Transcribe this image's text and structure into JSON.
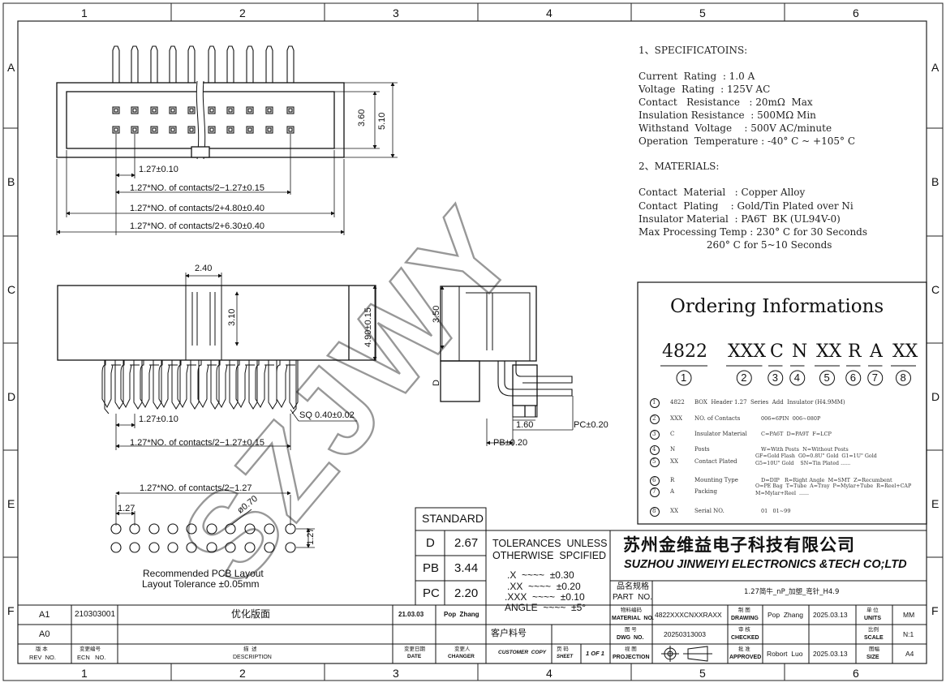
{
  "border": {
    "columns": [
      "1",
      "2",
      "3",
      "4",
      "5",
      "6"
    ],
    "rows": [
      "A",
      "B",
      "C",
      "D",
      "E",
      "F"
    ]
  },
  "watermark": "SZJWY",
  "front_view": {
    "dim_pitch": "1.27±0.10",
    "dim_row_span": "1.27*NO. of contacts/2−1.27±0.15",
    "dim_body_inner": "1.27*NO. of contacts/2+4.80±0.40",
    "dim_body_outer": "1.27*NO. of contacts/2+6.30±0.40",
    "dim_height_inner": "3.60",
    "dim_height_outer": "5.10"
  },
  "bottom_view": {
    "dim_top": "2.40",
    "dim_pin": "3.10",
    "dim_height": "4.90±0.15",
    "dim_pitch": "1.27±0.10",
    "dim_sq": "SQ 0.40±0.02",
    "dim_span": "1.27*NO. of contacts/2−1.27±0.15"
  },
  "side_view": {
    "dim_height": "3.50",
    "dim_d": "D",
    "dim_length": "1.60",
    "dim_pc": "PC±0.20",
    "dim_pb": "PB±0.20"
  },
  "pcb": {
    "dim_span": "1.27*NO. of contacts/2−1.27",
    "dim_pitch_h": "1.27",
    "dim_hole": "ø0.70",
    "dim_pitch_v": "1.27",
    "title": "Recommended PCB Layout",
    "tolerance": "Layout Tolerance ±0.05mm"
  },
  "specifications": {
    "heading": "1、SPECIFICATOINS:",
    "lines": [
      "Current  Rating  : 1.0 A",
      "Voltage  Rating  : 125V AC",
      "Contact   Resistance   : 20mΩ  Max",
      "Insulation Resistance  : 500MΩ Min",
      "Withstand  Voltage    : 500V AC/minute",
      "Operation  Temperature : -40° C ~ +105° C"
    ]
  },
  "materials": {
    "heading": "2、MATERIALS:",
    "lines": [
      "Contact  Material   : Copper Alloy",
      "Contact  Plating    : Gold/Tin Plated over Ni",
      "Insulator Material  : PA6T  BK (UL94V-0)",
      "Max Processing Temp : 230° C for 30 Seconds",
      "                      260° C for 5~10 Seconds"
    ]
  },
  "ordering": {
    "title": "Ordering Informations",
    "codes": [
      "4822",
      "XXX",
      "C",
      "N",
      "XX",
      "R",
      "A",
      "XX"
    ],
    "numbers": [
      "1",
      "2",
      "3",
      "4",
      "5",
      "6",
      "7",
      "8"
    ],
    "rows": [
      {
        "num": "1",
        "code": "4822",
        "name": "BOX  Header 1.27  Series  Add  Insulator (H4.9MM)",
        "opt1": "",
        "opt2": ""
      },
      {
        "num": "2",
        "code": "XXX",
        "name": "NO. of Contacts",
        "opt1": "006=6PIN  006~080P",
        "opt2": ""
      },
      {
        "num": "3",
        "code": "C",
        "name": "Insulator Material",
        "opt1": "C=PA6T  D=PA9T  F=LCP",
        "opt2": ""
      },
      {
        "num": "4",
        "code": "N",
        "name": "Posts",
        "opt1": "W=With Posts  N=Without Posts",
        "opt2": ""
      },
      {
        "num": "5",
        "code": "XX",
        "name": "Contact Plated",
        "opt1": "GF=Gold Flash  G0=0.8U\" Gold  G1=1U\" Gold",
        "opt2": "G5=10U\" Gold    SN=Tin Plated ......"
      },
      {
        "num": "6",
        "code": "R",
        "name": "Mounting Type",
        "opt1": "D=DIP   R=Right Angle  M=SMT  Z=Recumbent",
        "opt2": ""
      },
      {
        "num": "7",
        "code": "A",
        "name": "Packing",
        "opt1": "O=PE Bag  T=Tube  A=Tray  P=Mylar+Tube  R=Reel+CAP",
        "opt2": "M=Mylar+Reel  ......"
      },
      {
        "num": "8",
        "code": "XX",
        "name": "Serial NO.",
        "opt1": "01   01~99",
        "opt2": ""
      }
    ]
  },
  "standard_table": {
    "header": "STANDARD",
    "rows": [
      {
        "key": "D",
        "val": "2.67"
      },
      {
        "key": "PB",
        "val": "3.44"
      },
      {
        "key": "PC",
        "val": "2.20"
      }
    ]
  },
  "tolerances": {
    "line1": "TOLERANCES  UNLESS",
    "line2": "OTHERWISE  SPCIFIED",
    "rows": [
      ".X  ~~~~  ±0.30",
      ".XX  ~~~~  ±0.20",
      ".XXX  ~~~~  ±0.10",
      "ANGLE  ~~~~  ±5°"
    ]
  },
  "company": {
    "name_cn": "苏州金维益电子科技有限公司",
    "name_en": "SUZHOU JINWEIYI ELECTRONICS &TECH CO;LTD"
  },
  "title_block": {
    "part_no_label_cn": "品名规格",
    "part_no_label": "PART  NO.",
    "part_no_value": "1.27简牛_nP_加塑_弯针_H4.9",
    "material_no_cn": "物料编码",
    "material_no_label": "MATERIAL  NO.",
    "material_no_value": "4822XXXCNXXRAXX",
    "drawing_cn": "制 图",
    "drawing_label": "DRAWING",
    "drawing_name": "Pop  Zhang",
    "drawing_date": "2025.03.13",
    "units_cn": "单 位",
    "units_label": "UNITS",
    "units_value": "MM",
    "customer_cn": "客户料号",
    "dwg_cn": "图 号",
    "dwg_label": "DWG  NO.",
    "dwg_value": "20250313003",
    "checked_cn": "审 核",
    "checked_label": "CHECKED",
    "scale_cn": "比例",
    "scale_label": "SCALE",
    "scale_value": "N:1",
    "customer_copy": "CUSTOMER  COPY",
    "sheet_cn": "页 码",
    "sheet_label": "SHEET",
    "sheet_value": "1 OF 1",
    "projection_cn": "视 图",
    "projection_label": "PROJECTION",
    "approved_cn": "批 准",
    "approved_label": "APPROVED",
    "approved_name": "Robort  Luo",
    "approved_date": "2025.03.13",
    "size_cn": "图幅",
    "size_label": "SIZE",
    "size_value": "A4"
  },
  "revision": {
    "rows": [
      {
        "rev": "A1",
        "ecn": "210303001",
        "desc": "优化版面",
        "date": "21.03.03",
        "changer": "Pop  Zhang"
      },
      {
        "rev": "A0",
        "ecn": "",
        "desc": "",
        "date": "",
        "changer": ""
      }
    ],
    "header_rev_cn": "版 本",
    "header_rev": "REV  NO.",
    "header_ecn_cn": "变更编号",
    "header_ecn": "ECN   NO.",
    "header_desc_cn": "描  述",
    "header_desc": "DESCRIPTION",
    "header_date_cn": "变更日期",
    "header_date": "DATE",
    "header_changer_cn": "变更人",
    "header_changer": "CHANGER"
  }
}
